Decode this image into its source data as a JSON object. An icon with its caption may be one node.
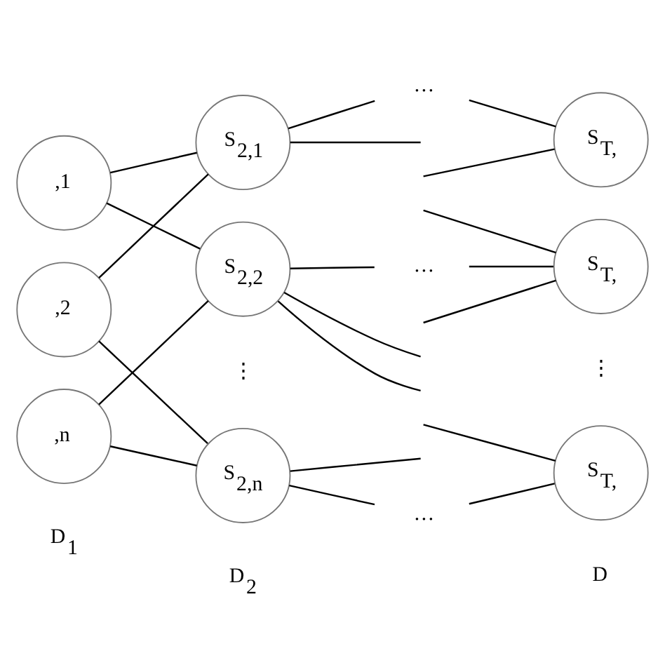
{
  "diagram": {
    "nodes": [
      {
        "text": [
          ",1"
        ]
      },
      {
        "text": [
          ",2"
        ]
      },
      {
        "text": [
          ",n"
        ]
      },
      {
        "text": [
          "S$_{2,1}$"
        ]
      },
      {
        "text": [
          "S$_{2,2}$"
        ]
      },
      {
        "text": [
          "S$_{2,n}$"
        ]
      },
      {
        "text": [
          "…"
        ]
      },
      {
        "text": [
          "…"
        ]
      },
      {
        "text": [
          "…"
        ]
      },
      {
        "text": [
          "S$_{T,}$"
        ]
      },
      {
        "text": [
          "S$_{T,}$"
        ]
      },
      {
        "text": [
          "S$_{T,}$"
        ]
      }
    ],
    "edges": [
      {
        "from": 0,
        "to": 3,
        "arrow": "none"
      },
      {
        "from": 0,
        "to": 4,
        "arrow": "none"
      },
      {
        "from": 1,
        "to": 3,
        "arrow": "none"
      },
      {
        "from": 1,
        "to": 5,
        "arrow": "none"
      },
      {
        "from": 2,
        "to": 4,
        "arrow": "none"
      },
      {
        "from": 2,
        "to": 5,
        "arrow": "none"
      },
      {
        "from": 3,
        "to": 6,
        "arrow": "none"
      },
      {
        "from": 3,
        "to": null,
        "arrow": "none"
      },
      {
        "from": 6,
        "to": 9,
        "arrow": "none"
      },
      {
        "from": null,
        "to": 9,
        "arrow": "none"
      },
      {
        "from": 4,
        "to": null,
        "arrow": "none"
      },
      {
        "from": 4,
        "to": 7,
        "arrow": "none"
      },
      {
        "from": 4,
        "to": null,
        "arrow": "none"
      },
      {
        "from": null,
        "to": 10,
        "arrow": "none"
      },
      {
        "from": 7,
        "to": 10,
        "arrow": "none"
      },
      {
        "from": null,
        "to": 10,
        "arrow": "none"
      },
      {
        "from": 5,
        "to": null,
        "arrow": "none"
      },
      {
        "from": 5,
        "to": 8,
        "arrow": "none"
      },
      {
        "from": null,
        "to": 11,
        "arrow": "none"
      },
      {
        "from": 8,
        "to": 11,
        "arrow": "none"
      }
    ],
    "labels": [
      "⋮",
      "⋮",
      "D$_{1}$",
      "D$_{2}$",
      "D"
    ]
  }
}
